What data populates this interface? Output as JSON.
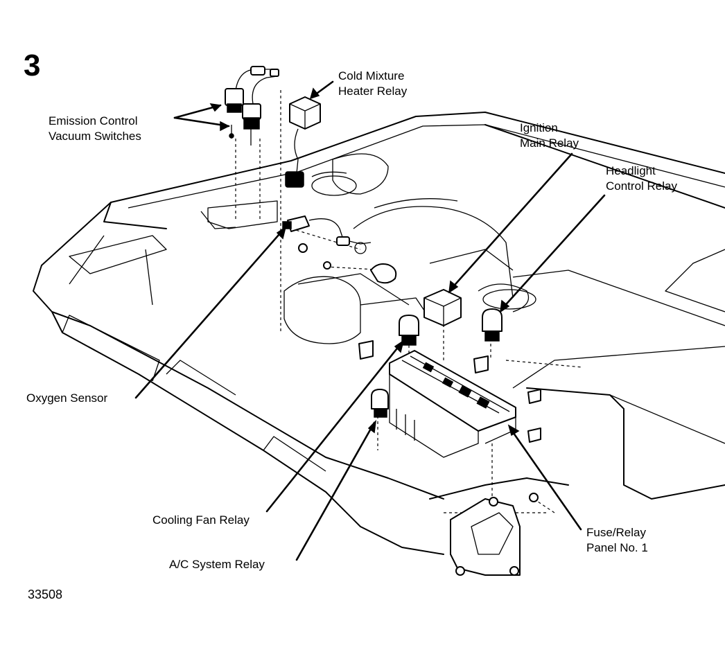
{
  "figure_number": "3",
  "reference_code": "33508",
  "labels": {
    "emission_control": [
      "Emission Control",
      "Vacuum Switches"
    ],
    "cold_mixture": [
      "Cold Mixture",
      "Heater Relay"
    ],
    "ignition_main": [
      "Ignition",
      "Main Relay"
    ],
    "headlight_control": [
      "Headlight",
      "Control Relay"
    ],
    "oxygen_sensor": [
      "Oxygen Sensor"
    ],
    "cooling_fan": [
      "Cooling Fan Relay"
    ],
    "ac_system": [
      "A/C System Relay"
    ],
    "fuse_relay_panel": [
      "Fuse/Relay",
      "Panel No. 1"
    ]
  },
  "icons": [
    "vacuum-switch-icon",
    "relay-icon",
    "oxygen-sensor-icon",
    "fuse-relay-panel-icon",
    "mounting-bracket-icon"
  ]
}
